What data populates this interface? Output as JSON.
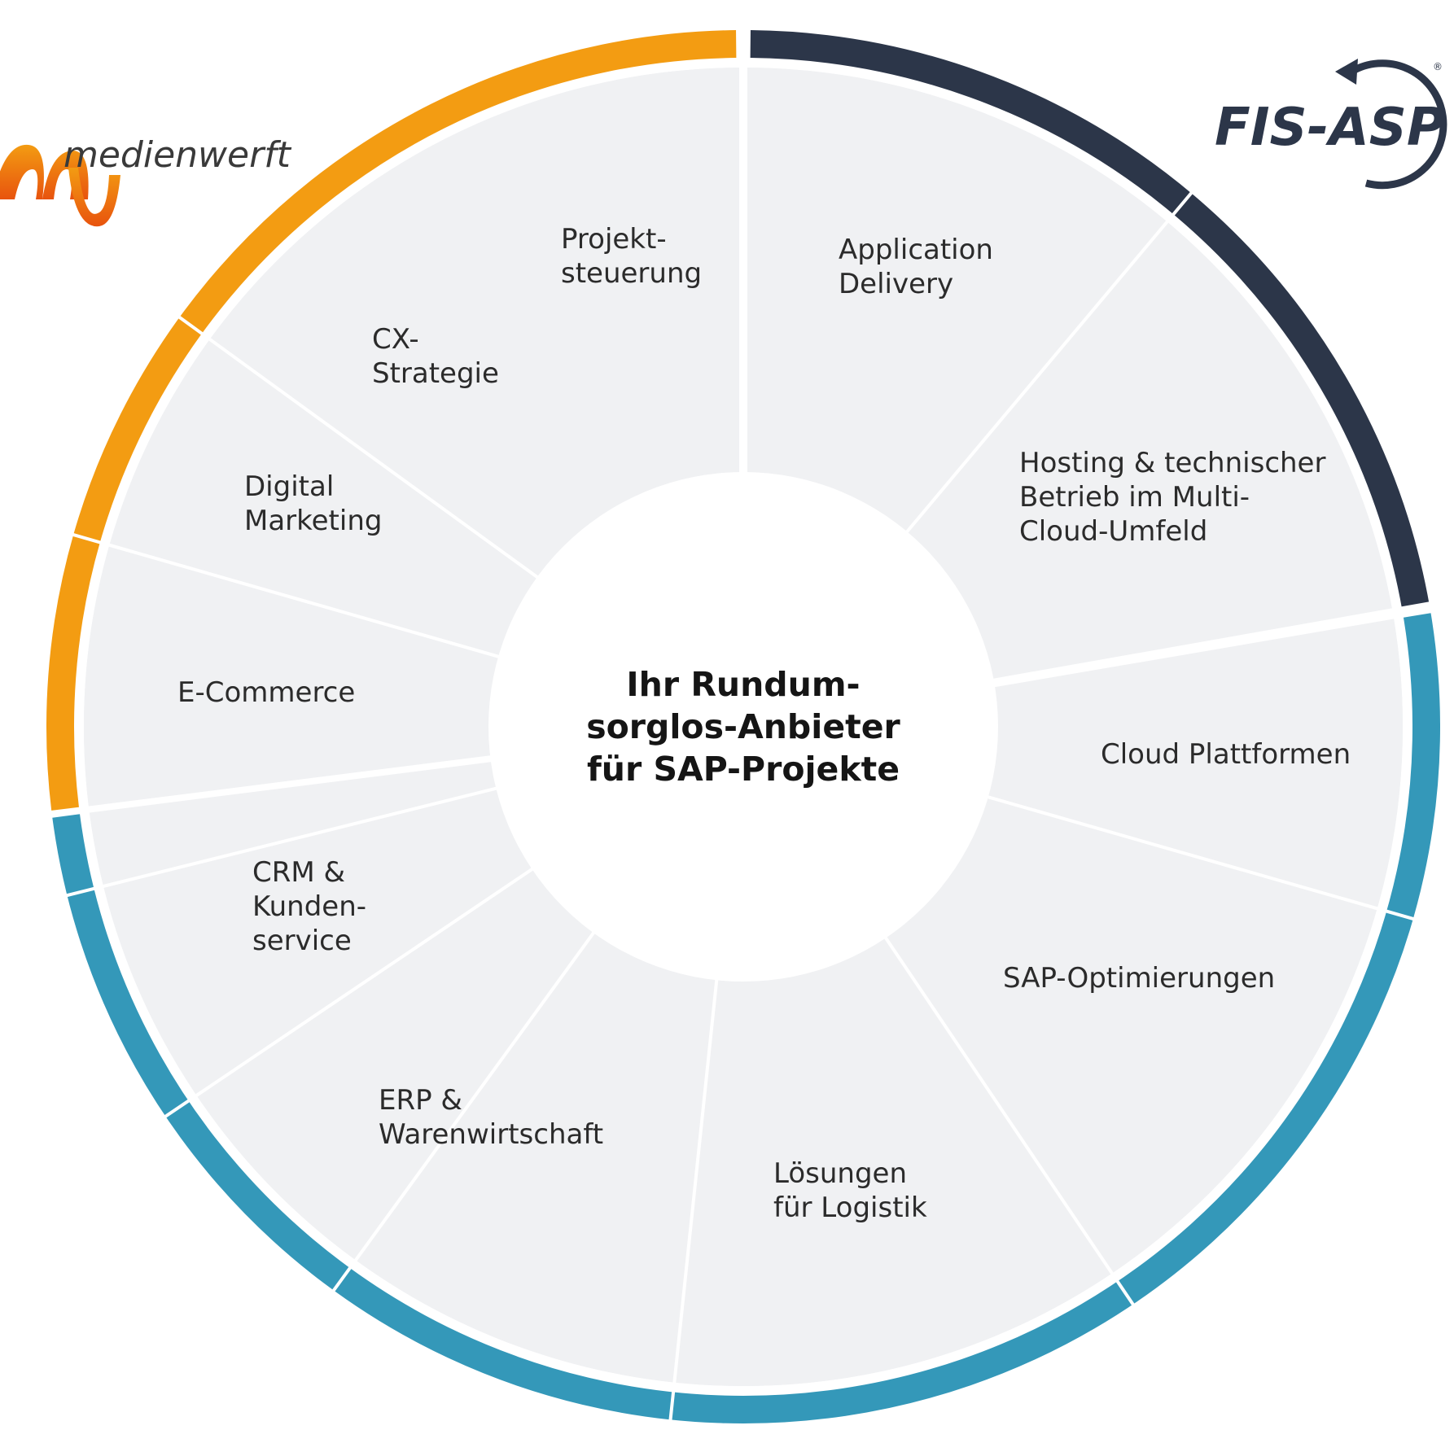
{
  "center": {
    "lines": [
      "Ihr Rundum-",
      "sorglos-Anbieter",
      "für SAP-Projekte"
    ]
  },
  "segments": [
    {
      "id": "application-delivery",
      "lines": [
        "Application",
        "Delivery"
      ]
    },
    {
      "id": "hosting",
      "lines": [
        "Hosting & technischer",
        "Betrieb im Multi-",
        "Cloud-Umfeld"
      ]
    },
    {
      "id": "cloud-plattformen",
      "lines": [
        "Cloud Plattformen"
      ]
    },
    {
      "id": "sap-optimierungen",
      "lines": [
        "SAP-Optimierungen"
      ]
    },
    {
      "id": "loesungen-logistik",
      "lines": [
        "Lösungen",
        "für Logistik"
      ]
    },
    {
      "id": "erp",
      "lines": [
        "ERP &",
        "Warenwirtschaft"
      ]
    },
    {
      "id": "crm",
      "lines": [
        "CRM &",
        "Kunden-",
        "service"
      ]
    },
    {
      "id": "e-commerce",
      "lines": [
        "E-Commerce"
      ]
    },
    {
      "id": "digital-marketing",
      "lines": [
        "Digital",
        "Marketing"
      ]
    },
    {
      "id": "cx-strategie",
      "lines": [
        "CX-",
        "Strategie"
      ]
    },
    {
      "id": "projektsteuerung",
      "lines": [
        "Projekt-",
        "steuerung"
      ]
    }
  ],
  "rings": [
    {
      "id": "orange",
      "color": "#f39c12"
    },
    {
      "id": "navy",
      "color": "#2c3649"
    },
    {
      "id": "blue",
      "color": "#3498b9"
    }
  ],
  "colors": {
    "segment_fill": "#f0f1f3",
    "divider": "#ffffff",
    "hub": "#ffffff"
  },
  "logos": {
    "medienwerft": {
      "text": "medienwerft",
      "icon": "mw-logo-icon",
      "colors": [
        "#f39c12",
        "#e8530e"
      ]
    },
    "fis_asp": {
      "text": "FIS-ASP",
      "registered": "®",
      "icon": "fis-asp-circular-arrow-icon"
    }
  }
}
